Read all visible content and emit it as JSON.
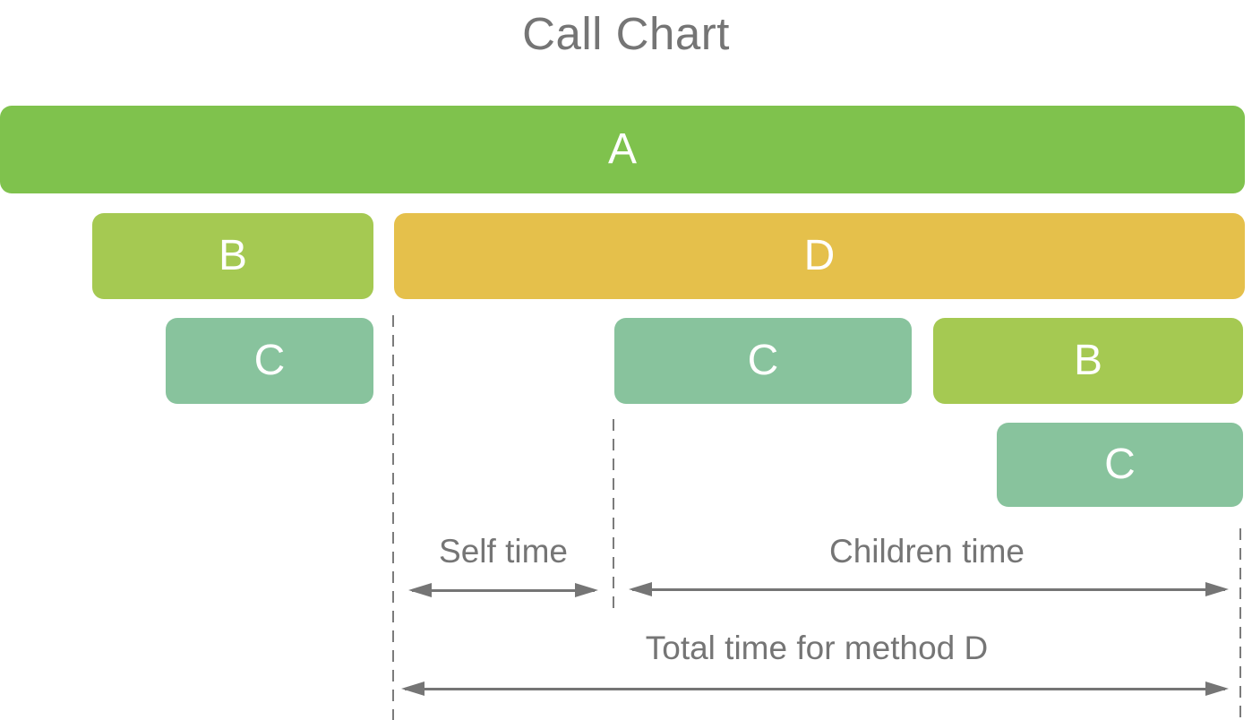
{
  "title": "Call Chart",
  "colors": {
    "method_a_green": "#7FC24D",
    "method_b_green": "#A5C952",
    "method_c_teal": "#88C39D",
    "method_d_gold": "#E5C04B",
    "annotation_gray": "#757575",
    "bar_label_white": "#ffffff"
  },
  "call_tree": {
    "rows": [
      {
        "bars": [
          {
            "label": "A"
          }
        ]
      },
      {
        "bars": [
          {
            "label": "B"
          },
          {
            "label": "D"
          }
        ]
      },
      {
        "bars": [
          {
            "label": "C"
          },
          {
            "label": "C"
          },
          {
            "label": "B"
          }
        ]
      },
      {
        "bars": [
          {
            "label": "C"
          }
        ]
      }
    ]
  },
  "annotations": {
    "self_time_label": "Self time",
    "children_time_label": "Children time",
    "total_time_label": "Total time for method D"
  }
}
